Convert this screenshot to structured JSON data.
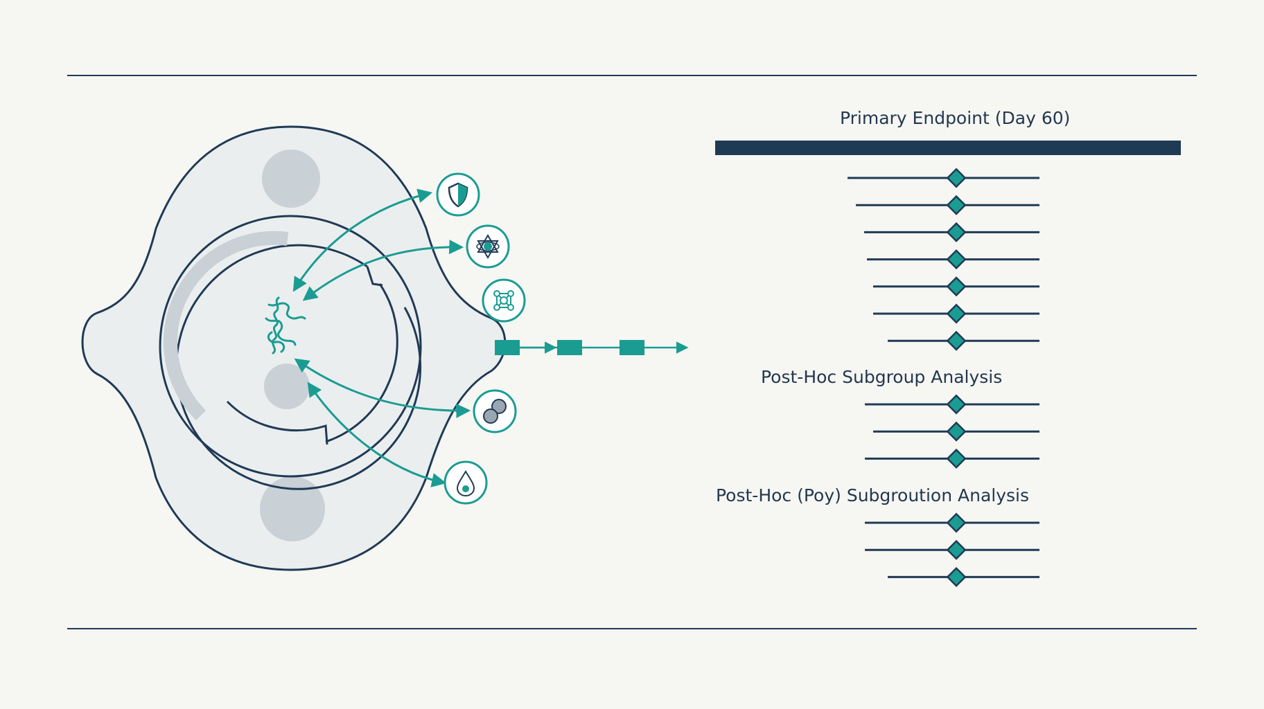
{
  "colors": {
    "background": "#f6f6f3",
    "navy": "#1f3a55",
    "teal": "#1a9c92",
    "cell_fill": "#ebeeef",
    "organelle": "#c9d0d6"
  },
  "diagram": {
    "central_icon": "dna-strand-icon",
    "pathway_icons": [
      "shield-icon",
      "atom-star-icon",
      "molecule-network-icon",
      "cells-icon",
      "droplet-icon"
    ],
    "pathway_step_count": 3
  },
  "forest_plot": {
    "sections": [
      {
        "title": "Primary Endpoint (Day 60)",
        "row_count": 7
      },
      {
        "title": "Post-Hoc Subgroup Analysis",
        "row_count": 3
      },
      {
        "title": "Post-Hoc (Poy) Subgroution Analysis",
        "row_count": 3
      }
    ]
  }
}
